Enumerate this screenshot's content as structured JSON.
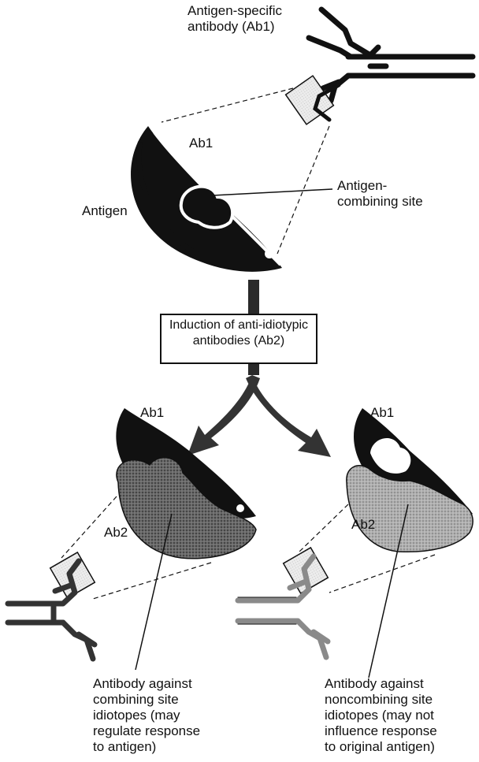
{
  "top_label": {
    "line1": "Antigen-specific",
    "line2": "antibody (Ab1)"
  },
  "main": {
    "ab1_label": "Ab1",
    "antigen_label": "Antigen",
    "site_label": {
      "line1": "Antigen-",
      "line2": "combining site"
    }
  },
  "induction_box": {
    "line1": "Induction of anti-idiotypic",
    "line2": "antibodies (Ab2)"
  },
  "left_panel": {
    "ab1_label": "Ab1",
    "ab2_label": "Ab2",
    "caption": [
      "Antibody against",
      "combining site",
      "idiotopes (may",
      "regulate response",
      "to antigen)"
    ]
  },
  "right_panel": {
    "ab1_label": "Ab1",
    "ab2_label": "Ab2",
    "caption": [
      "Antibody against",
      "noncombining site",
      "idiotopes (may not",
      "influence response",
      "to original antigen)"
    ]
  },
  "colors": {
    "ink": "#111111",
    "ab2_dark": "#4a4a4a",
    "ab2_light": "#9a9a9a",
    "inset": "#e4e4e4"
  }
}
